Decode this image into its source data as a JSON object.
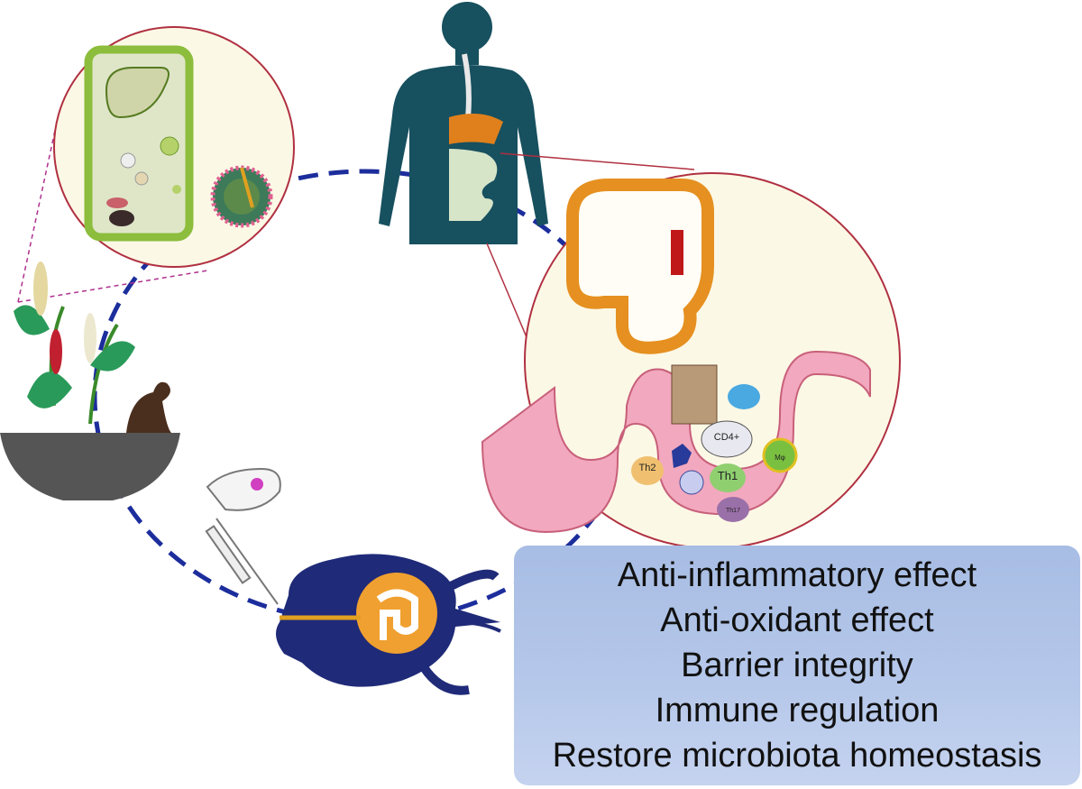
{
  "effects": [
    "Anti-inflammatory effect",
    "Anti-oxidant effect",
    "Barrier integrity",
    "Immune regulation",
    "Restore microbiota homeostasis"
  ],
  "cells": {
    "cd4": "CD4+",
    "th2": "Th2",
    "th1": "Th1",
    "th17": "Th17",
    "macrophage": "Mφ"
  },
  "colors": {
    "cycle_dash": "#1c2d9c",
    "human": "#17505f",
    "circle_border": "#b03040",
    "effects_box": "#aec2e6",
    "mouse": "#1f2a78",
    "intestine_pink": "#f2a8bf"
  }
}
